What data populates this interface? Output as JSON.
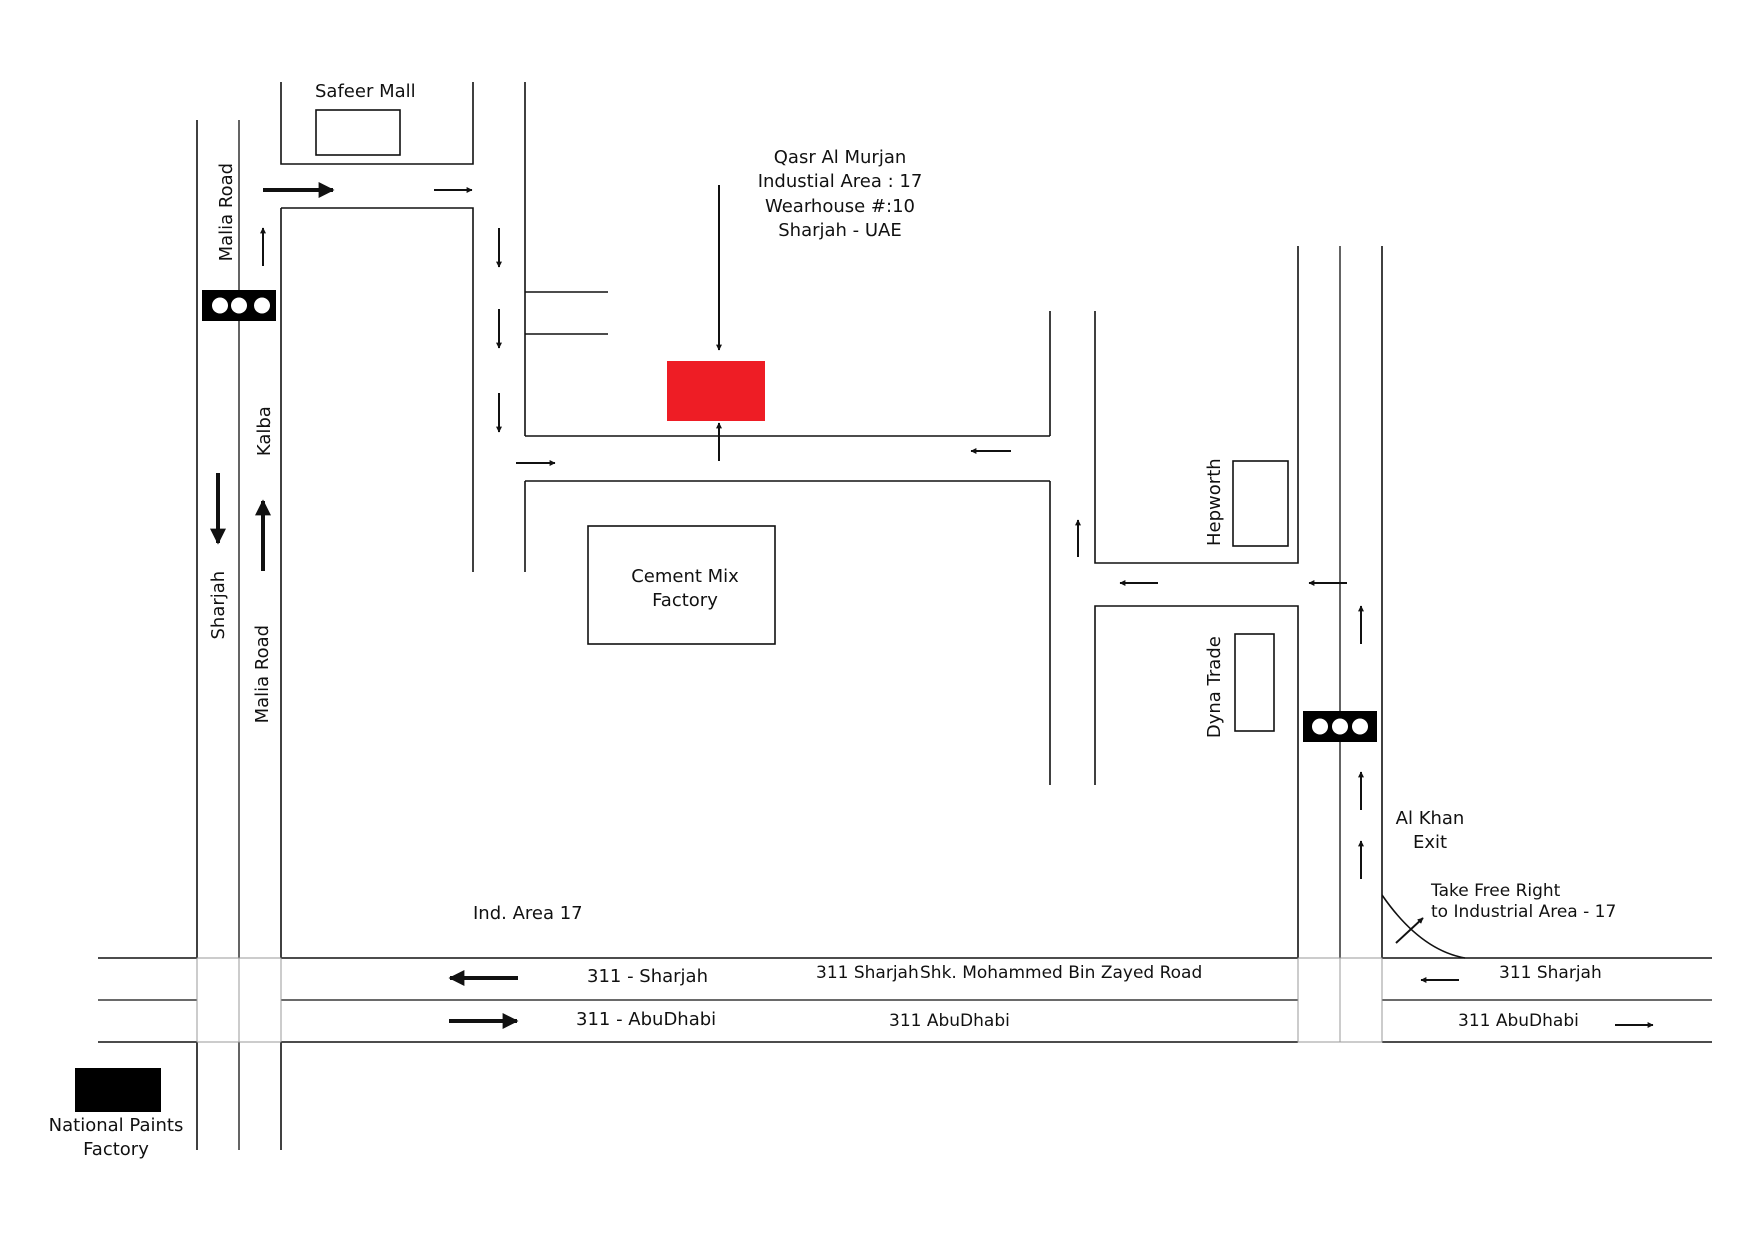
{
  "colors": {
    "line": "#111111",
    "destination": "#ee1d25",
    "landmark_fill": "#000000",
    "background": "#ffffff"
  },
  "labels": {
    "safeer_mall": "Safeer Mall",
    "malia_road_top": "Malia Road",
    "kalba": "Kalba",
    "sharjah_left": "Sharjah",
    "malia_road_bottom": "Malia Road",
    "destination_lines": [
      "Qasr Al Murjan",
      "Industial Area : 17",
      "Wearhouse #:10",
      "Sharjah - UAE"
    ],
    "cement_mix_lines": [
      "Cement Mix",
      "Factory"
    ],
    "hepworth": "Hepworth",
    "dyna_trade": "Dyna Trade",
    "al_khan_lines": [
      "Al Khan",
      "Exit"
    ],
    "free_right_lines": [
      "Take Free Right",
      "to Industrial Area - 17"
    ],
    "ind_area": "Ind. Area 17",
    "hw_sharjah_left": "311 - Sharjah",
    "hw_sharjah_mid": "311 Sharjah",
    "hw_road_name": "Shk. Mohammed Bin Zayed Road",
    "hw_sharjah_right": "311 Sharjah",
    "hw_abudhabi_left": "311 - AbuDhabi",
    "hw_abudhabi_mid": "311 AbuDhabi",
    "hw_abudhabi_right": "311 AbuDhabi",
    "national_paints_lines": [
      "National Paints",
      "Factory"
    ]
  },
  "icons": {
    "traffic_light": "traffic-light-icon",
    "arrow": "arrow-icon"
  }
}
